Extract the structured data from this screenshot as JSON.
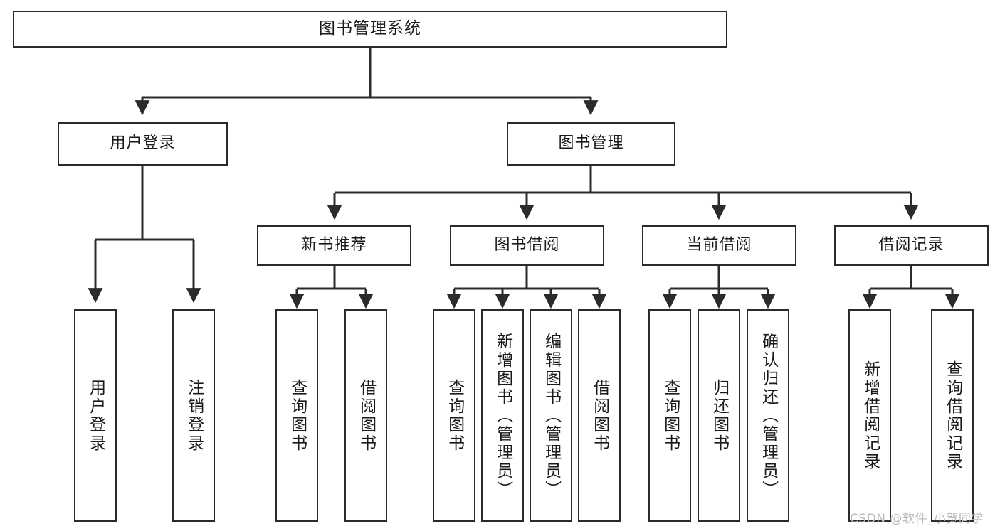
{
  "diagram": {
    "title": "图书管理系统",
    "type": "tree-hierarchy",
    "watermark": "CSDN @软件_小贺同学",
    "colors": {
      "stroke": "#2b2b2b",
      "fill": "#ffffff",
      "text": "#1a1a1a",
      "watermark": "#b9b9b9"
    },
    "nodes": {
      "root": {
        "label": "图书管理系统",
        "level": 0
      },
      "l1": [
        {
          "id": "user_login",
          "label": "用户登录"
        },
        {
          "id": "book_manage",
          "label": "图书管理"
        }
      ],
      "l2": [
        {
          "id": "new_book_rec",
          "label": "新书推荐",
          "parent": "book_manage"
        },
        {
          "id": "book_borrow",
          "label": "图书借阅",
          "parent": "book_manage"
        },
        {
          "id": "current_borrow",
          "label": "当前借阅",
          "parent": "book_manage"
        },
        {
          "id": "borrow_record",
          "label": "借阅记录",
          "parent": "book_manage"
        }
      ],
      "leaves": [
        {
          "id": "leaf_user_login",
          "label": "用户登录",
          "parent": "user_login"
        },
        {
          "id": "leaf_logout",
          "label": "注销登录",
          "parent": "user_login"
        },
        {
          "id": "leaf_query_book_1",
          "label": "查询图书",
          "parent": "new_book_rec"
        },
        {
          "id": "leaf_borrow_book_1",
          "label": "借阅图书",
          "parent": "new_book_rec"
        },
        {
          "id": "leaf_query_book_2",
          "label": "查询图书",
          "parent": "book_borrow"
        },
        {
          "id": "leaf_add_book",
          "label": "新增图书（管理员）",
          "parent": "book_borrow"
        },
        {
          "id": "leaf_edit_book",
          "label": "编辑图书（管理员）",
          "parent": "book_borrow"
        },
        {
          "id": "leaf_borrow_book_2",
          "label": "借阅图书",
          "parent": "book_borrow"
        },
        {
          "id": "leaf_query_book_3",
          "label": "查询图书",
          "parent": "current_borrow"
        },
        {
          "id": "leaf_return_book",
          "label": "归还图书",
          "parent": "current_borrow"
        },
        {
          "id": "leaf_confirm_return",
          "label": "确认归还（管理员）",
          "parent": "current_borrow"
        },
        {
          "id": "leaf_add_record",
          "label": "新增借阅记录",
          "parent": "borrow_record"
        },
        {
          "id": "leaf_query_record",
          "label": "查询借阅记录",
          "parent": "borrow_record"
        }
      ]
    }
  }
}
